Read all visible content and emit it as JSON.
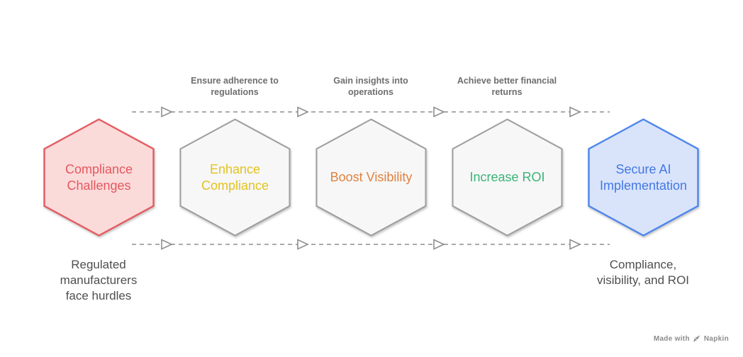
{
  "diagram": {
    "background_color": "#ffffff",
    "connector": {
      "color": "#ababab",
      "arrowhead_fill": "#ffffff",
      "arrowhead_stroke": "#8f8f8f"
    },
    "steps": [
      {
        "label": "Compliance Challenges",
        "fill_color": "#FBDADA",
        "border_color": "#E45C60",
        "text_color": "#E4585D"
      },
      {
        "label": "Enhance Compliance",
        "fill_color": "#F7F7F7",
        "border_color": "#9E9E9E",
        "text_color": "#E2C31F",
        "annotation": "Ensure adherence to regulations"
      },
      {
        "label": "Boost Visibility",
        "fill_color": "#F7F7F7",
        "border_color": "#9E9E9E",
        "text_color": "#E0823E",
        "annotation": "Gain insights into operations"
      },
      {
        "label": "Increase ROI",
        "fill_color": "#F7F7F7",
        "border_color": "#9E9E9E",
        "text_color": "#3BB478",
        "annotation": "Achieve better financial returns"
      },
      {
        "label": "Secure AI Implementation",
        "fill_color": "#D9E4FB",
        "border_color": "#4E86EC",
        "text_color": "#4478E4"
      }
    ],
    "captions": {
      "left": "Regulated manufacturers face hurdles",
      "right": "Compliance, visibility, and ROI"
    },
    "watermark": {
      "prefix": "Made with",
      "brand": "Napkin"
    }
  }
}
